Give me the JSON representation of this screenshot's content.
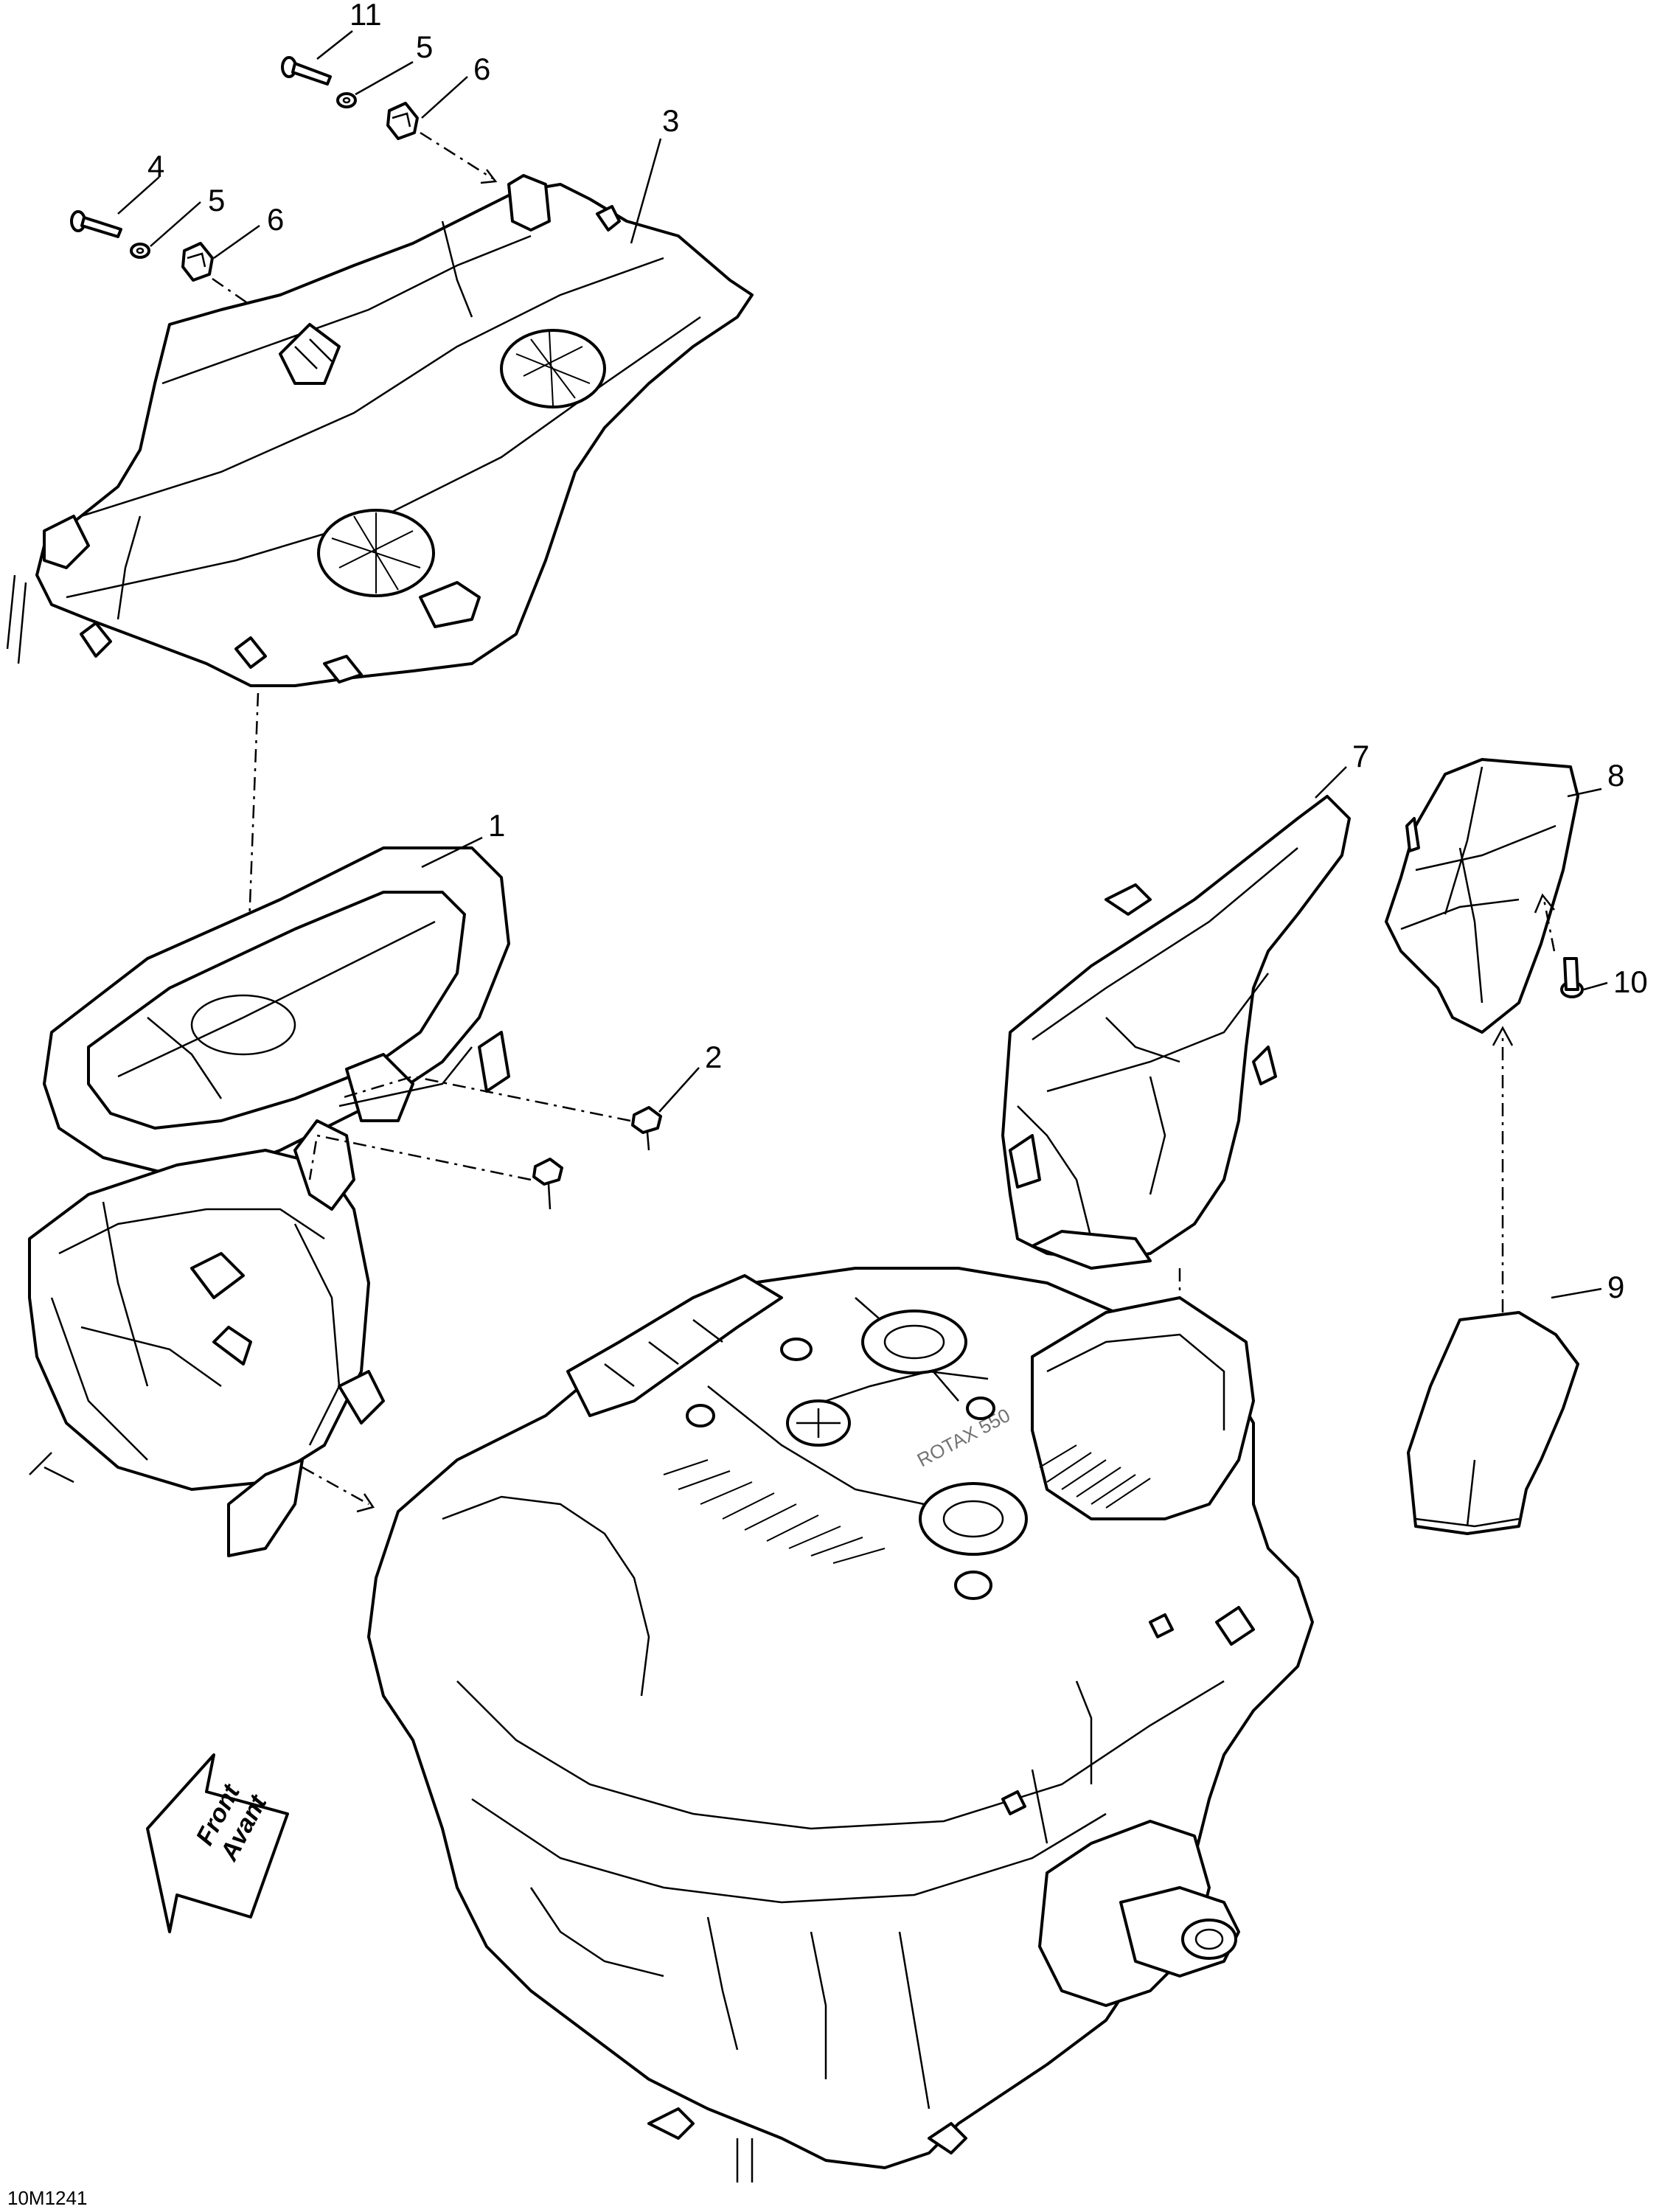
{
  "drawing_code": "10M1241",
  "direction_arrow": {
    "line1": "Front",
    "line2": "Avant"
  },
  "callouts": {
    "c1": "1",
    "c2": "2",
    "c3": "3",
    "c4": "4",
    "c5a": "5",
    "c5b": "5",
    "c6a": "6",
    "c6b": "6",
    "c7": "7",
    "c8": "8",
    "c9": "9",
    "c10": "10",
    "c11": "11"
  },
  "engine_marking": "ROTAX 550"
}
